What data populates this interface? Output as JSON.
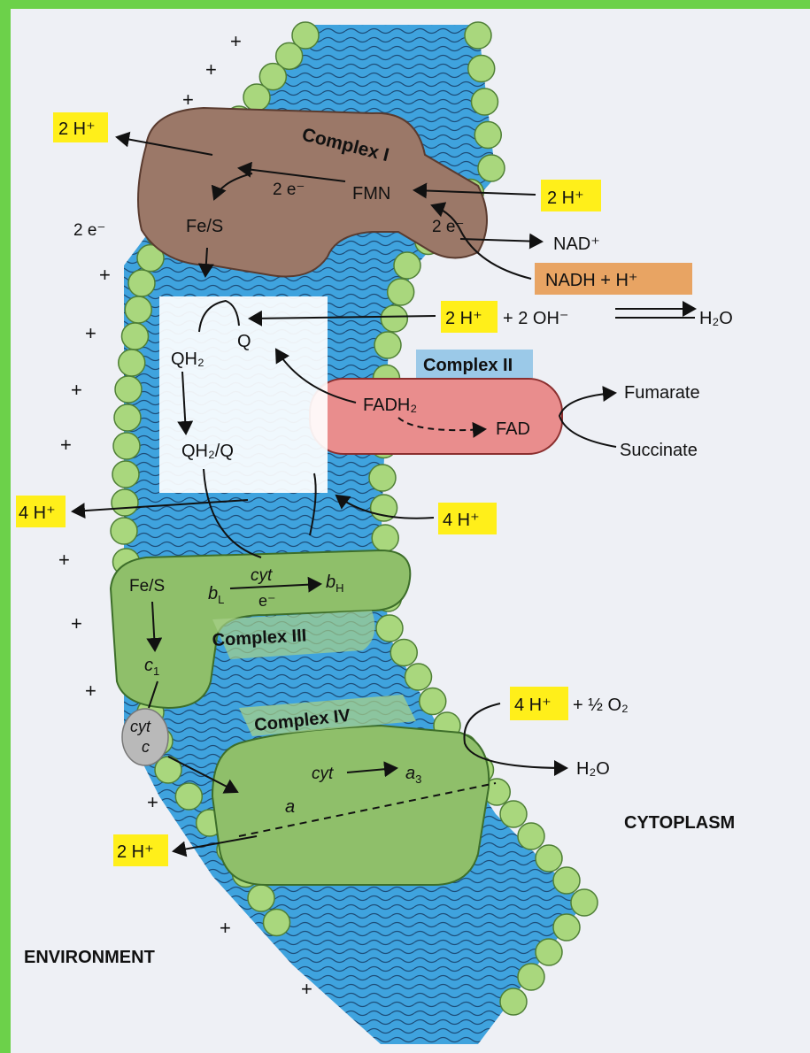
{
  "colors": {
    "membrane": "#3fa3de",
    "bead": "#a9d77d",
    "complex1": "#9b7868",
    "complex2": "#e98d8d",
    "complex3": "#8fbf6a",
    "complex4": "#8fbf6a",
    "proton_box": "#ffef1a",
    "nadh_box": "#e8a463"
  },
  "labels": {
    "complex1": "Complex I",
    "complex2": "Complex II",
    "complex3": "Complex III",
    "complex4": "Complex IV",
    "cytoplasm": "CYTOPLASM",
    "environment": "ENVIRONMENT",
    "fmn": "FMN",
    "fes1": "Fe/S",
    "fes3": "Fe/S",
    "e2a": "2 e⁻",
    "e2b": "2 e⁻",
    "e2c": "2 e⁻",
    "h2_top_left": "2 H⁺",
    "h2_top_right": "2 H⁺",
    "nad": "NAD⁺",
    "nadh": "NADH + H⁺",
    "h2_oh": "2 H⁺",
    "oh_part": "+ 2 OH⁻",
    "h2o_top": "H₂O",
    "q": "Q",
    "qh2": "QH₂",
    "qh2q": "QH₂/Q",
    "fadh2": "FADH₂",
    "fad": "FAD",
    "fumarate": "Fumarate",
    "succinate": "Succinate",
    "h4_left": "4 H⁺",
    "h4_mid": "4 H⁺",
    "cyt_b": "cyt",
    "bl": "b",
    "bl_sub": "L",
    "bh": "b",
    "bh_sub": "H",
    "e_single": "e⁻",
    "c1": "c",
    "c1_sub": "1",
    "cytc_top": "cyt",
    "cytc_bottom": "c",
    "h4_o2": "4 H⁺",
    "o2_part": "+ ½ O₂",
    "h2o_bottom": "H₂O",
    "cyt_a": "cyt",
    "a3": "a",
    "a3_sub": "3",
    "a": "a",
    "h2_bottom": "2 H⁺",
    "plus": "+"
  }
}
